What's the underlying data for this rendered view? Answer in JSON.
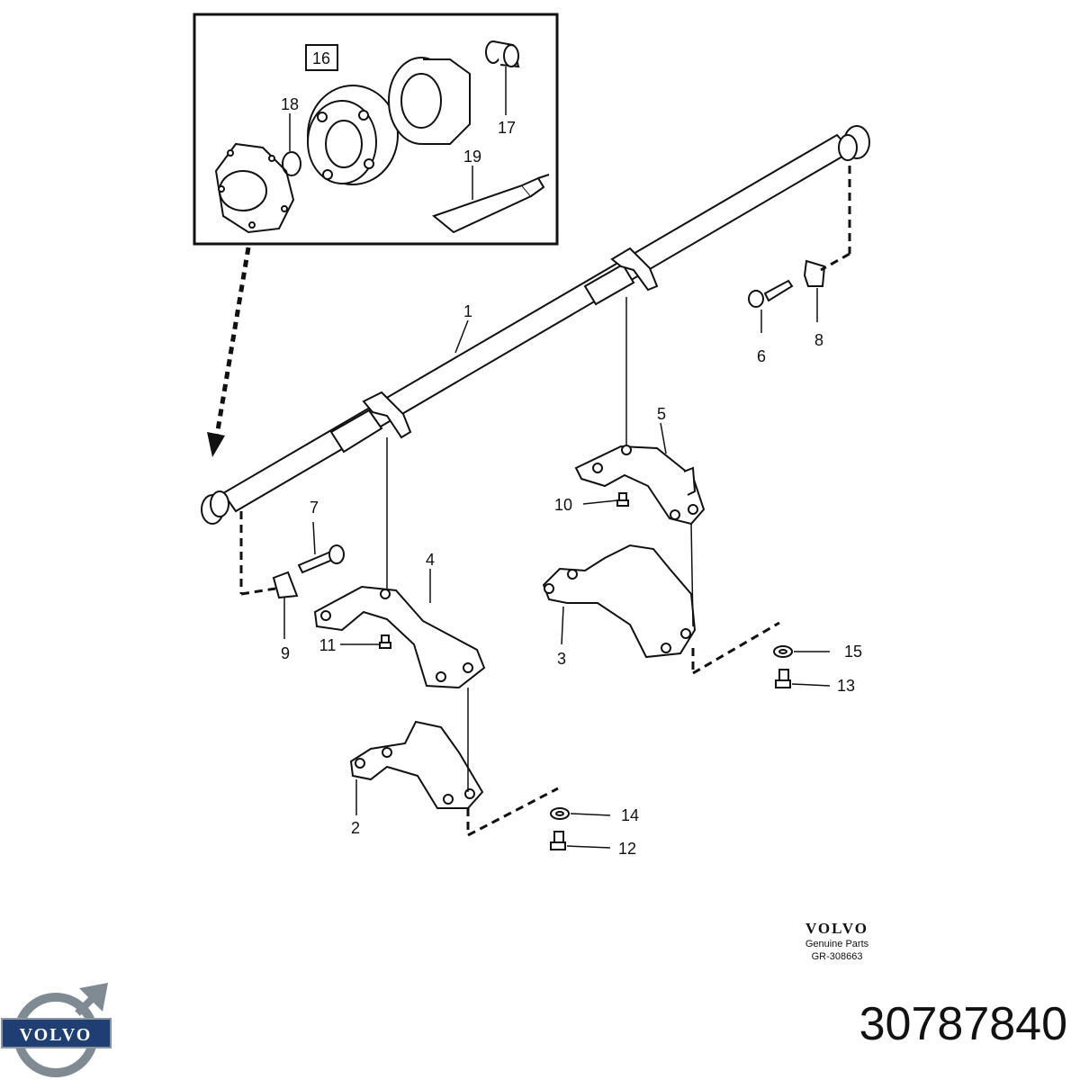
{
  "inset": {
    "boxed_label": "16",
    "labels": [
      "18",
      "17",
      "19"
    ]
  },
  "callouts": [
    "1",
    "5",
    "6",
    "8",
    "7",
    "10",
    "4",
    "9",
    "11",
    "3",
    "15",
    "13",
    "2",
    "14",
    "12"
  ],
  "brand_block": {
    "wordmark": "VOLVO",
    "line1": "Genuine Parts",
    "line2": "GR-308663"
  },
  "logo": {
    "wordmark": "VOLVO",
    "colors": {
      "ring": "#7f8a93",
      "band": "#1f3f72",
      "text": "#ffffff"
    }
  },
  "part_number": "30787840",
  "colors": {
    "line": "#111111",
    "background": "#ffffff"
  }
}
